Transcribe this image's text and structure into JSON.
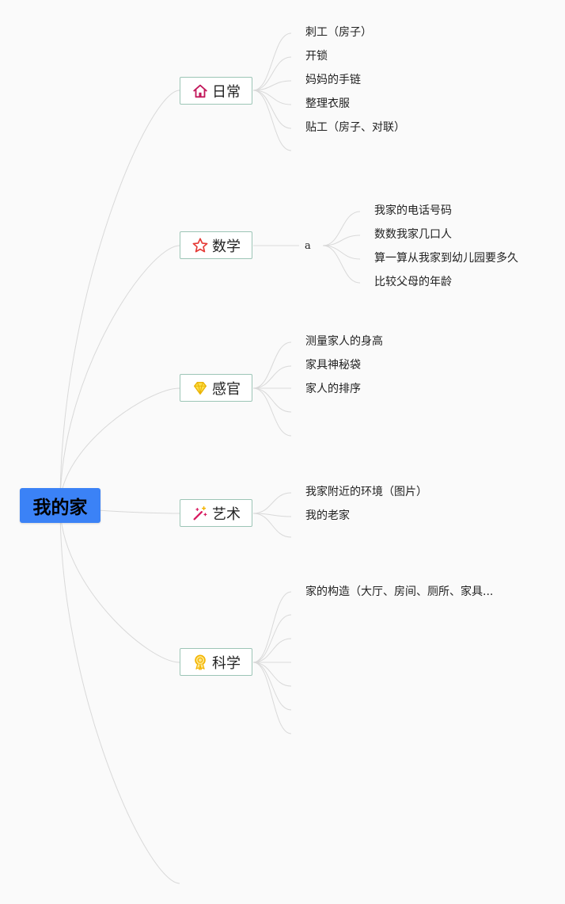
{
  "root": {
    "label": "我的家"
  },
  "branches": [
    {
      "label": "日常",
      "icon": "house-icon",
      "icon_color": "#c2185b",
      "leaves": [
        "刺工（房子）",
        "开锁",
        "妈妈的手链",
        "整理衣服",
        "贴工（房子、对联）"
      ]
    },
    {
      "label": "数学",
      "icon": "star-icon",
      "icon_color": "#e53935",
      "mid_label": "a",
      "leaves": [
        "我家的电话号码",
        "数数我家几口人",
        "算一算从我家到幼儿园要多久",
        "比较父母的年龄"
      ]
    },
    {
      "label": "感官",
      "icon": "diamond-icon",
      "icon_color": "#f4c20d",
      "leaves": [
        "测量家人的身高",
        "家具神秘袋",
        "家人的排序"
      ]
    },
    {
      "label": "艺术",
      "icon": "magic-wand-icon",
      "icon_color": "#d81b60",
      "leaves": [
        "我家附近的环境（图片）",
        "我的老家"
      ]
    },
    {
      "label": "科学",
      "icon": "medal-icon",
      "icon_color": "#f4b400",
      "leaves": [
        "家的构造（大厅、房间、厕所、家具..."
      ]
    }
  ]
}
